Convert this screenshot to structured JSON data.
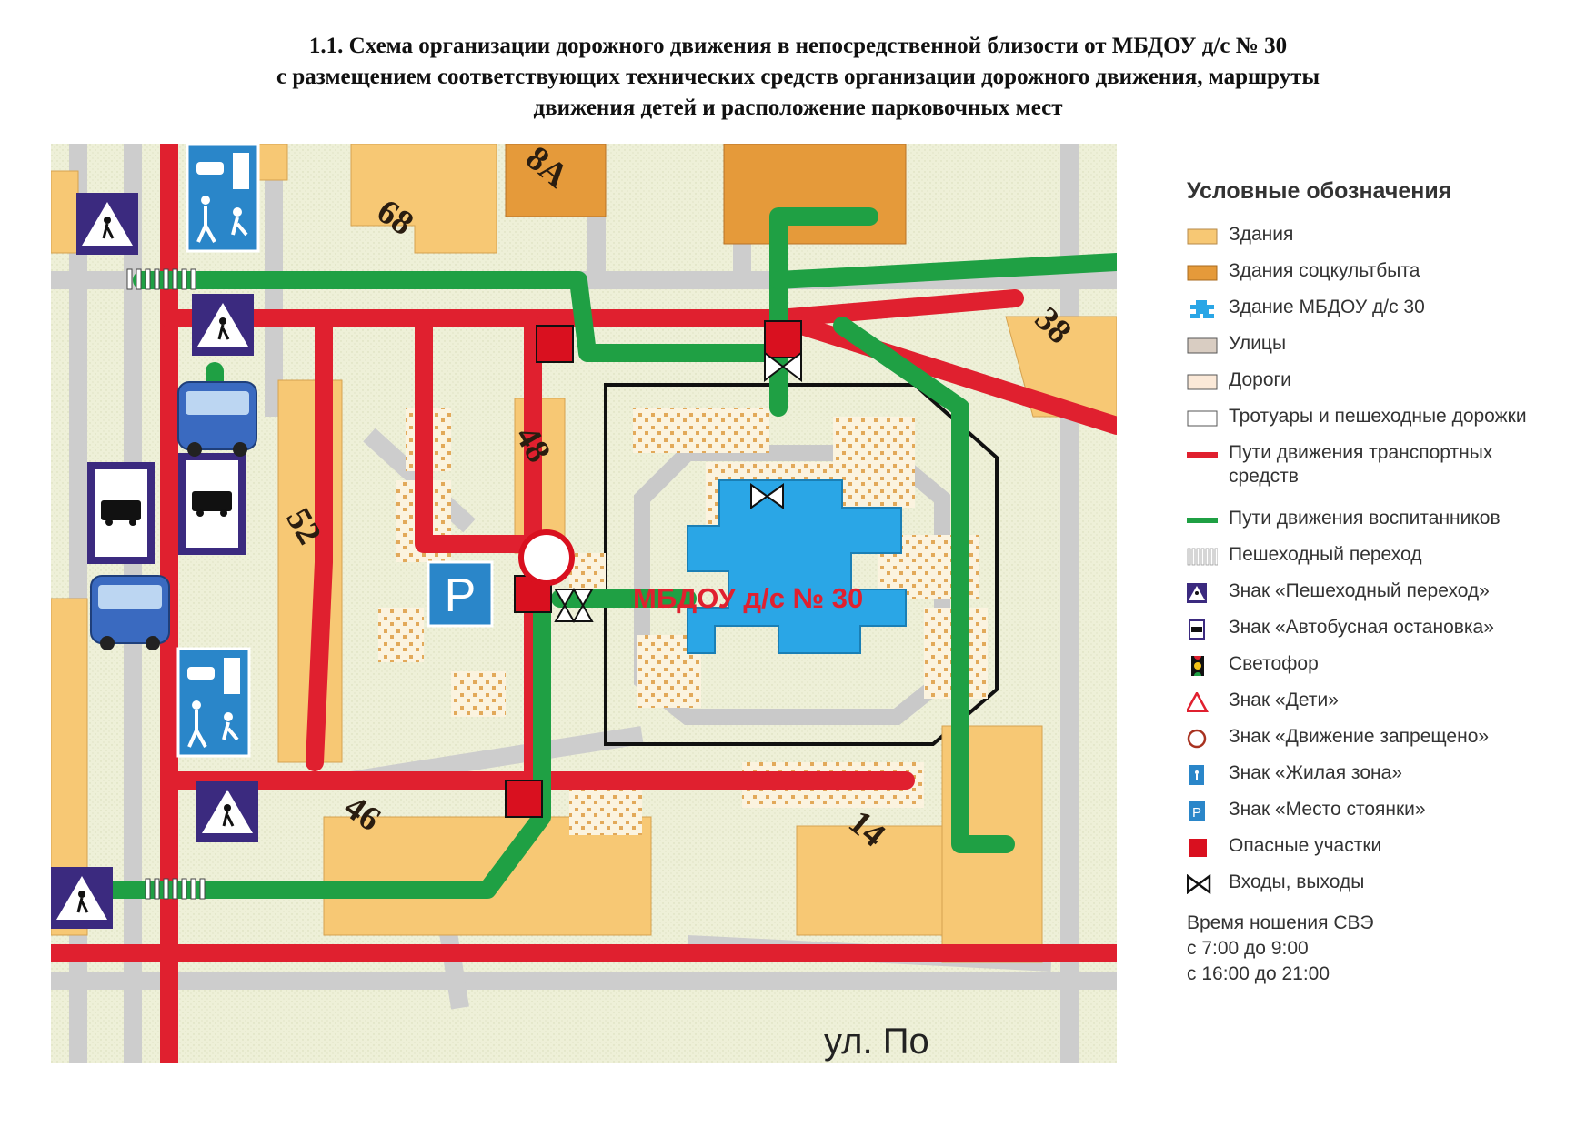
{
  "title": {
    "line1": "1.1. Схема организации дорожного движения в непосредственной близости от МБДОУ д/с № 30",
    "line2": "с размещением соответствующих технических средств организации дорожного движения, маршруты",
    "line3": "движения детей и расположение парковочных мест"
  },
  "map": {
    "kindergarten_label": "МБДОУ д/с № 30",
    "house_numbers": [
      "68",
      "48",
      "52",
      "46",
      "14",
      "38",
      "8А"
    ],
    "street_fragment": "ул. По",
    "colors": {
      "background": "#eef0d8",
      "building": "#f7c874",
      "social_building": "#e59a3a",
      "kindergarten": "#2aa6e6",
      "vehicle_route": "#e0202f",
      "child_route": "#1fa044",
      "danger_zone": "#d9101f",
      "sign_purple": "#3b2a7f",
      "sign_blue": "#2a86c9"
    }
  },
  "legend": {
    "title": "Условные обозначения",
    "items": [
      {
        "id": "buildings",
        "label": "Здания"
      },
      {
        "id": "social",
        "label": "Здания соцкультбыта"
      },
      {
        "id": "kindergarten",
        "label": "Здание МБДОУ д/с 30"
      },
      {
        "id": "streets",
        "label": "Улицы"
      },
      {
        "id": "roads",
        "label": "Дороги"
      },
      {
        "id": "sidewalks",
        "label": "Тротуары и пешеходные дорожки"
      },
      {
        "id": "vehicle",
        "label": "Пути движения транспортных",
        "label2": "средств"
      },
      {
        "id": "children",
        "label": "Пути движения воспитанников"
      },
      {
        "id": "crossing",
        "label": "Пешеходный переход"
      },
      {
        "id": "sign-crossing",
        "label": "Знак «Пешеходный переход»"
      },
      {
        "id": "sign-bus",
        "label": "Знак «Автобусная остановка»"
      },
      {
        "id": "traffic-light",
        "label": "Светофор"
      },
      {
        "id": "sign-children",
        "label": "Знак «Дети»"
      },
      {
        "id": "sign-no-entry",
        "label": "Знак «Движение запрещено»"
      },
      {
        "id": "sign-living",
        "label": "Знак «Жилая зона»"
      },
      {
        "id": "sign-parking",
        "label": "Знак «Место стоянки»"
      },
      {
        "id": "danger",
        "label": "Опасные участки"
      },
      {
        "id": "entrances",
        "label": "Входы, выходы"
      }
    ],
    "note_line1": "Время ношения СВЭ",
    "note_line2": "с 7:00 до 9:00",
    "note_line3": "с 16:00 до 21:00"
  }
}
